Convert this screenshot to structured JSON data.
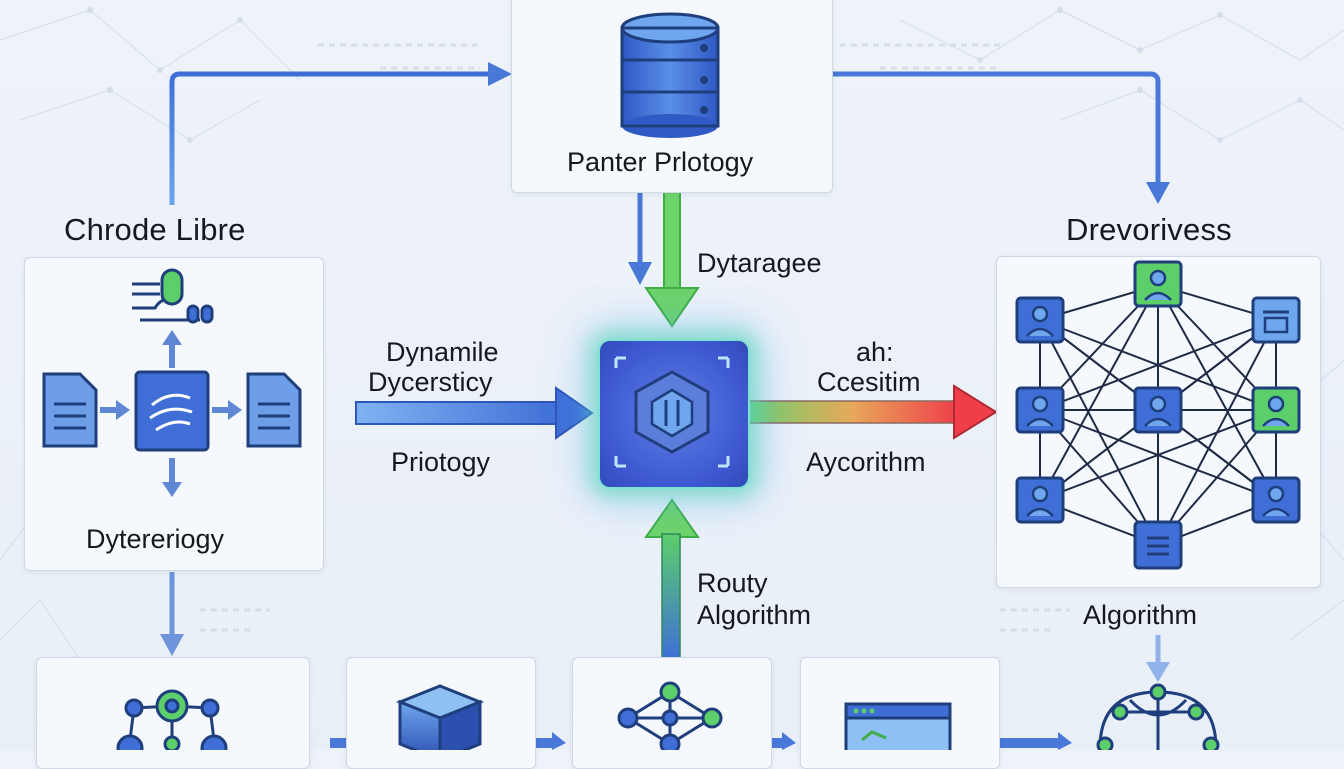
{
  "nodes": {
    "top_center": {
      "label": "Panter Prlotogy"
    },
    "left": {
      "title": "Chrode Libre",
      "caption": "Dytereriogy"
    },
    "right": {
      "title": "Drevorivess",
      "caption": "Algorithm"
    }
  },
  "edge_labels": {
    "top_down": "Dytaragee",
    "left_in_line1": "Dynamile",
    "left_in_line2": "Dycersticy",
    "left_in_below": "Priotogy",
    "right_out_line1": "ah:",
    "right_out_line2": "Ccesitim",
    "right_out_below": "Aycorithm",
    "bottom_up_line1": "Routy",
    "bottom_up_line2": "Algorithm"
  },
  "colors": {
    "blue_arrow": "#4a78d8",
    "green_arrow": "#6fd36a",
    "red_arrow": "#ef4a4a",
    "icon_blue": "#3f6fd6",
    "icon_green": "#5ccf6a",
    "icon_dark": "#1f3e7c"
  }
}
